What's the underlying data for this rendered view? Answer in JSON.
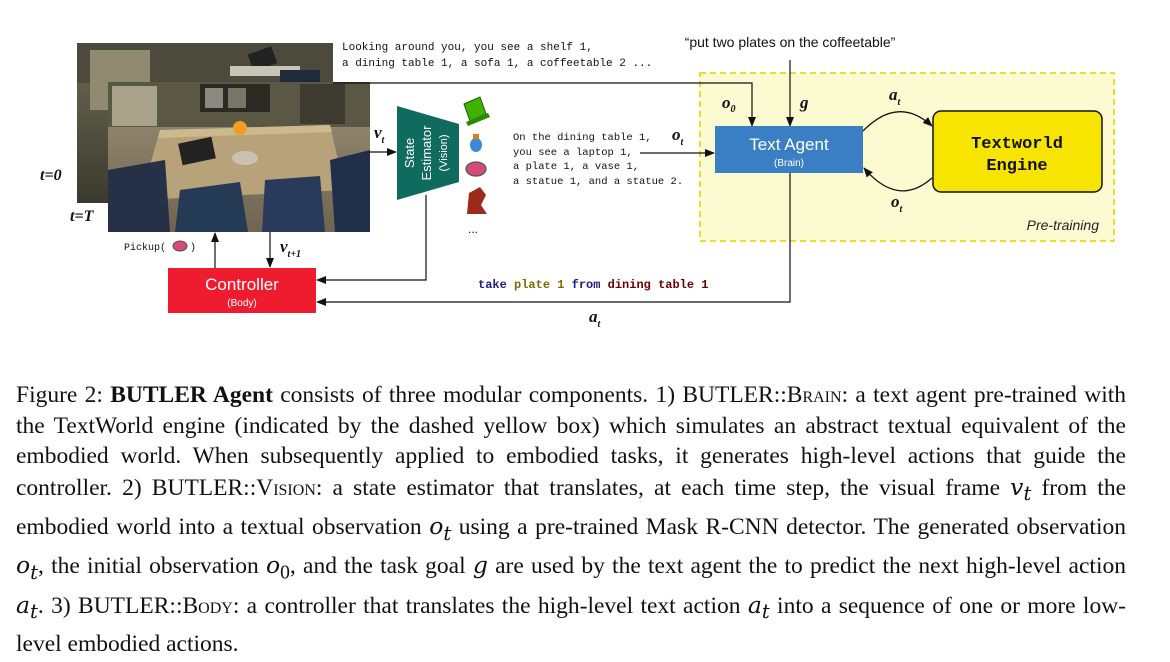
{
  "figure": {
    "obs_text": [
      "Looking around you, you see a shelf 1,",
      "a dining table 1, a sofa 1, a coffeetable 2 ..."
    ],
    "goal_quote": "“put two plates on the coffeetable”",
    "t0_label": "t=0",
    "tT_label": "t=T",
    "pickup_label": "Pickup(",
    "pickup_close": ")",
    "v_t": "v",
    "v_t_sub": "t",
    "v_t1": "v",
    "v_t1_sub": "t+1",
    "state_estimator_line1": "State",
    "state_estimator_line2": "Estimator",
    "state_estimator_line3": "(Vision)",
    "ellipsis": "...",
    "detected_text": [
      "On the dining table 1,",
      "you see a laptop 1,",
      "a plate 1, a vase 1,",
      "a statue 1, and a statue 2."
    ],
    "o_t": "o",
    "o_t_sub": "t",
    "o_0": "o",
    "o_0_sub": "0",
    "g": "g",
    "a_t_top": "a",
    "a_t_top_sub": "t",
    "o_t_right": "o",
    "o_t_right_sub": "t",
    "text_agent_title": "Text Agent",
    "text_agent_sub": "(Brain)",
    "engine_line1": "Textworld",
    "engine_line2": "Engine",
    "pretraining": "Pre-training",
    "controller_title": "Controller",
    "controller_sub": "(Body)",
    "action_parts": [
      "take",
      "plate",
      "1",
      "from",
      "dining",
      "table",
      "1"
    ],
    "a_t_bottom": "a",
    "a_t_bottom_sub": "t",
    "colors": {
      "text_agent_fill": "#3a7fc4",
      "engine_fill": "#f7e400",
      "controller_fill": "#ee1c2e",
      "estimator_fill": "#0f6b5e",
      "pretraining_fill": "#fcfad0",
      "pretraining_border": "#e6df2c",
      "action_take": "#1e1e80",
      "action_plate": "#7a6a00",
      "action_num": "#7a6a00",
      "action_from": "#1e1e80",
      "action_dining": "#6b0000"
    }
  },
  "caption": {
    "prefix": "Figure 2: ",
    "bold": "BUTLER Agent",
    "p1": " consists of three modular components. 1) ",
    "brain": "BUTLER::Brain",
    "p2": ": a text agent pre-trained with the TextWorld engine (indicated by the dashed yellow box) which simulates an abstract textual equivalent of the embodied world. When subsequently applied to embodied tasks, it generates high-level actions that guide the controller. 2) ",
    "vision": "BUTLER::Vision",
    "p3": ": a state estimator that translates, at each time step, the visual frame ",
    "v": "v",
    "v_sub": "t",
    "p4": " from the embodied world into a textual observation ",
    "o": "o",
    "o_sub": "t",
    "p5": " using a pre-trained Mask R-CNN detector. The generated observation ",
    "o2": "o",
    "o2_sub": "t",
    "p6": ", the initial observation ",
    "o0": "o",
    "o0_sub": "0",
    "p7": ", and the task goal ",
    "g": "g",
    "p8": " are used by the text agent the to predict the next high-level action ",
    "a": "a",
    "a_sub": "t",
    "p9": ". 3) ",
    "body": "BUTLER::Body",
    "p10": ": a controller that translates the high-level text action ",
    "a2": "a",
    "a2_sub": "t",
    "p11": " into a sequence of one or more low-level embodied actions."
  }
}
